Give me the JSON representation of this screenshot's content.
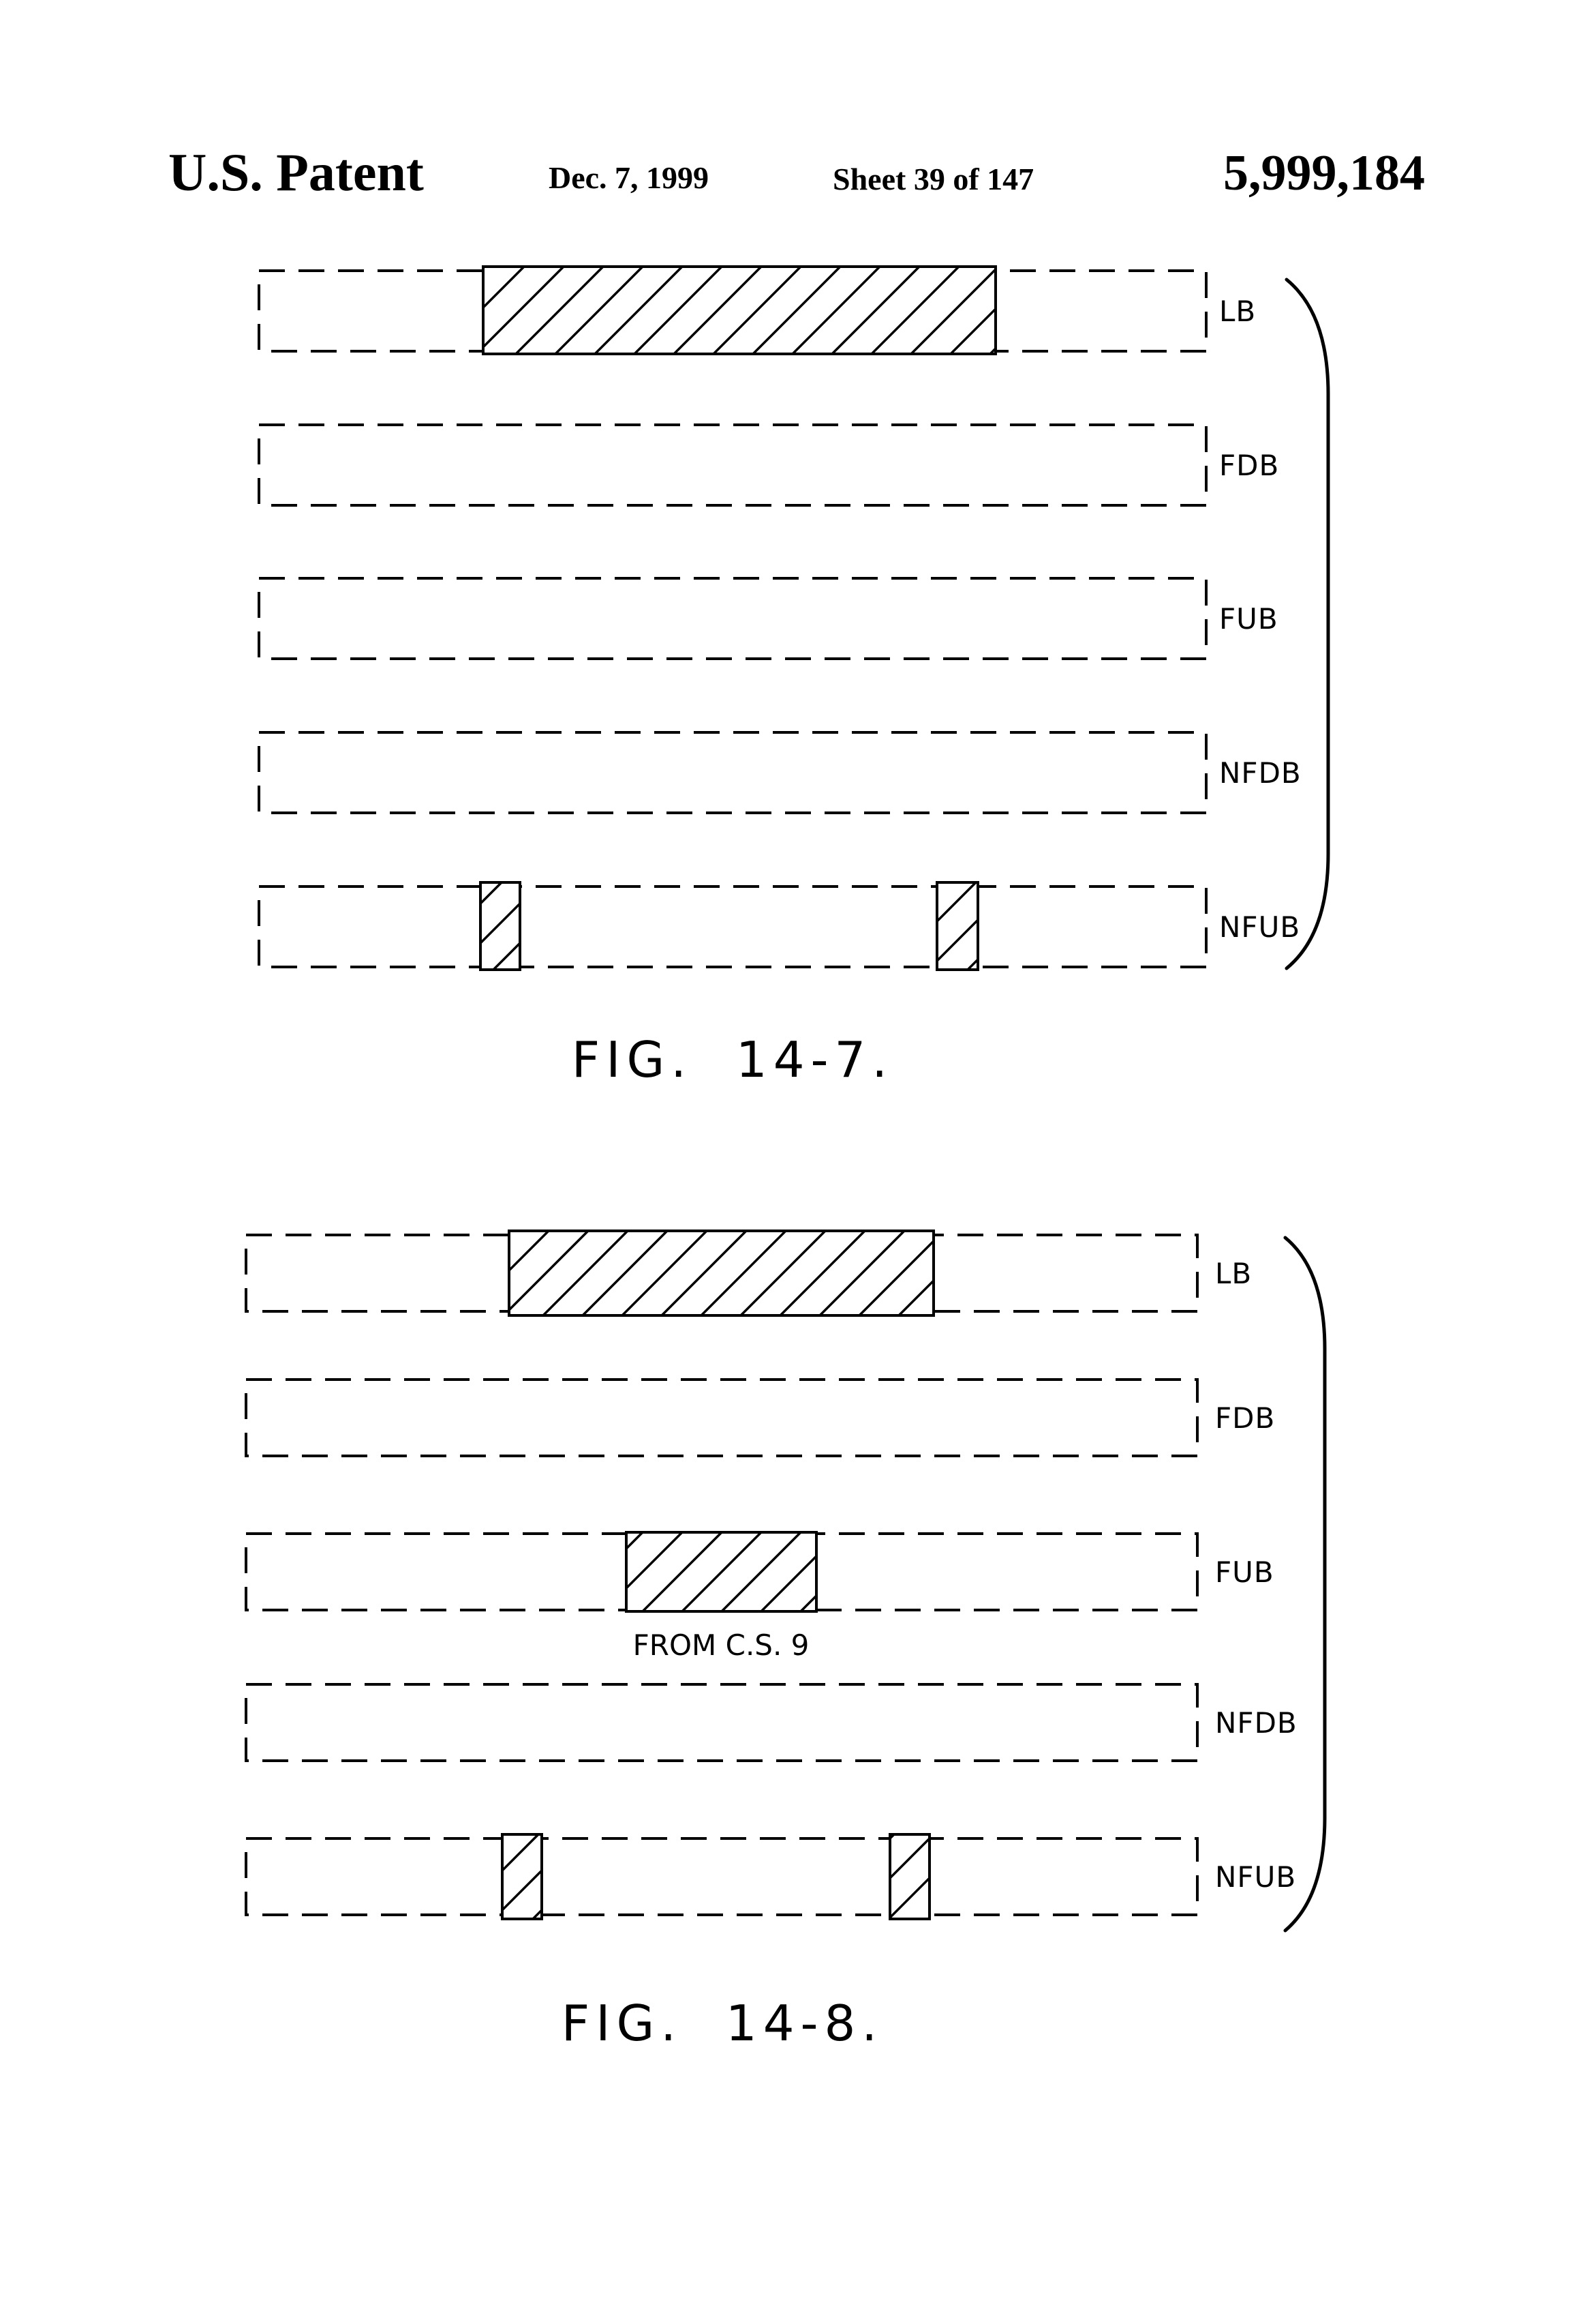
{
  "header": {
    "publication": "U.S. Patent",
    "date": "Dec. 7, 1999",
    "sheet": "Sheet 39 of 147",
    "patent_number": "5,999,184"
  },
  "colors": {
    "ink": "#000000",
    "paper": "#ffffff"
  },
  "figures": [
    {
      "id": "14-7",
      "caption": "FIG.  14-7.",
      "rows": [
        "LB",
        "FDB",
        "FUB",
        "NFDB",
        "NFUB"
      ]
    },
    {
      "id": "14-8",
      "caption": "FIG.  14-8.",
      "rows": [
        "LB",
        "FDB",
        "FUB",
        "NFDB",
        "NFUB"
      ],
      "annotation": "FROM C.S. 9"
    }
  ]
}
